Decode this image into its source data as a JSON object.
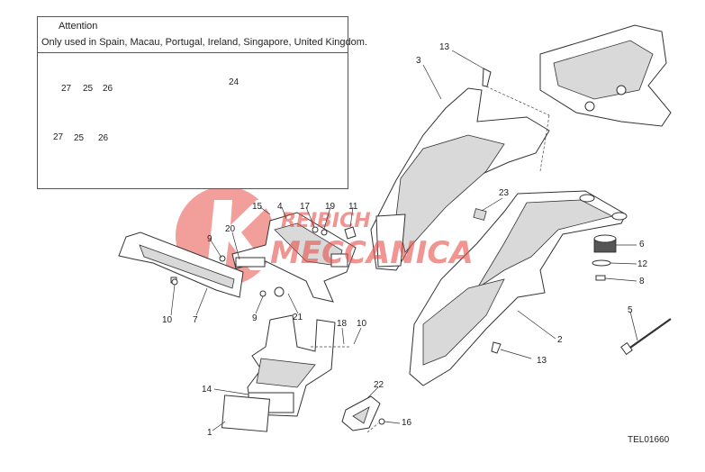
{
  "attention": {
    "title": "Attention",
    "text": "Only used in Spain, Macau, Portugal, Ireland, Singapore, United Kingdom."
  },
  "watermark": {
    "line1": "REIBICH",
    "line2": "MECCANICA",
    "color": "#e8504a"
  },
  "reference_code": "TEL01660",
  "callouts": {
    "c27a": "27",
    "c25a": "25",
    "c26a": "26",
    "c27b": "27",
    "c25b": "25",
    "c26b": "26",
    "c24": "24",
    "c3": "3",
    "c13a": "13",
    "c23": "23",
    "c4": "4",
    "c15": "15",
    "c17": "17",
    "c19": "19",
    "c11": "11",
    "c20": "20",
    "c9a": "9",
    "c6": "6",
    "c12": "12",
    "c8": "8",
    "c10a": "10",
    "c7": "7",
    "c9b": "9",
    "c21": "21",
    "c18": "18",
    "c10b": "10",
    "c2": "2",
    "c13b": "13",
    "c5": "5",
    "c14": "14",
    "c22": "22",
    "c16": "16",
    "c1": "1"
  }
}
